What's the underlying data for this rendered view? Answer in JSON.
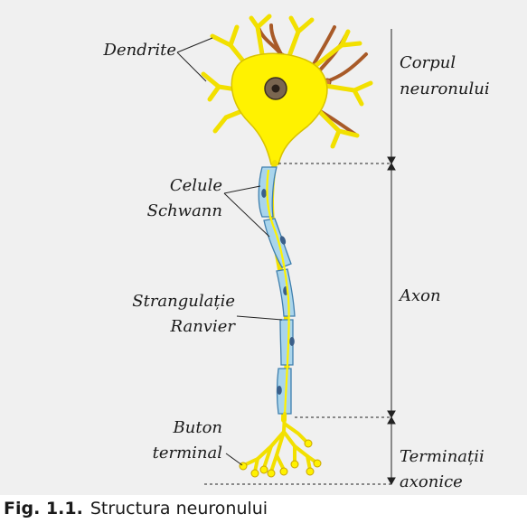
{
  "labels": {
    "dendrite": "Dendrite",
    "celule_1": "Celule",
    "celule_2": "Schwann",
    "strangulatie_1": "Strangulație",
    "strangulatie_2": "Ranvier",
    "buton_1": "Buton",
    "buton_2": "terminal",
    "corpul_1": "Corpul",
    "corpul_2": "neuronului",
    "axon": "Axon",
    "terminatii_1": "Terminații",
    "terminatii_2": "axonice"
  },
  "caption": {
    "number": "Fig. 1.1.",
    "text": "Structura neuronului"
  },
  "colors": {
    "panel": "#f0f0f0",
    "neuron": "#fff200",
    "neuron_stroke": "#c9a400",
    "myelin": "#a9d5ec",
    "myelin_stroke": "#3a7fb3",
    "nucleus": "#6b5a46",
    "axon_terminals_brown": "#b0622d"
  }
}
